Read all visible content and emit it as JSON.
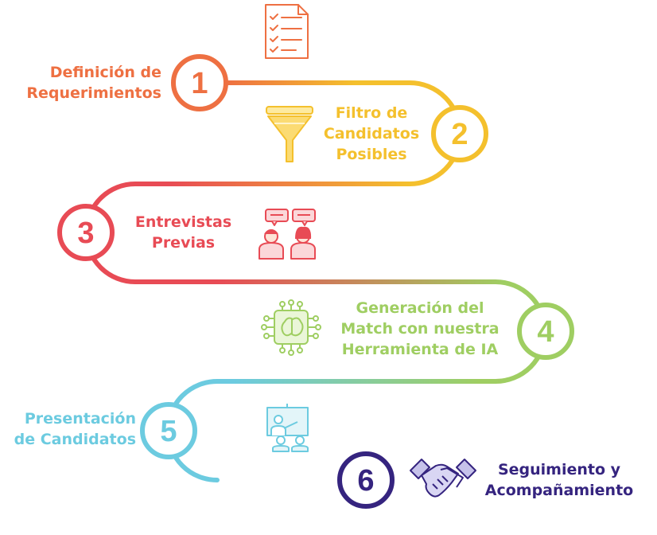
{
  "colors": {
    "step1": "#ee7042",
    "step2": "#f4c02d",
    "step3": "#e84b55",
    "step4": "#9fce62",
    "step5": "#6ccbe0",
    "step6": "#35247f"
  },
  "steps": [
    {
      "number": "1",
      "lines": [
        "Definición de",
        "Requerimientos"
      ],
      "icon": "checklist-icon"
    },
    {
      "number": "2",
      "lines": [
        "Filtro de",
        "Candidatos",
        "Posibles"
      ],
      "icon": "funnel-icon"
    },
    {
      "number": "3",
      "lines": [
        "Entrevistas",
        "Previas"
      ],
      "icon": "interview-icon"
    },
    {
      "number": "4",
      "lines": [
        "Generación del",
        "Match con nuestra",
        "Herramienta de IA"
      ],
      "icon": "ai-brain-chip-icon"
    },
    {
      "number": "5",
      "lines": [
        "Presentación",
        "de Candidatos"
      ],
      "icon": "presentation-board-icon"
    },
    {
      "number": "6",
      "lines": [
        "Seguimiento y",
        "Acompañamiento"
      ],
      "icon": "handshake-icon"
    }
  ]
}
